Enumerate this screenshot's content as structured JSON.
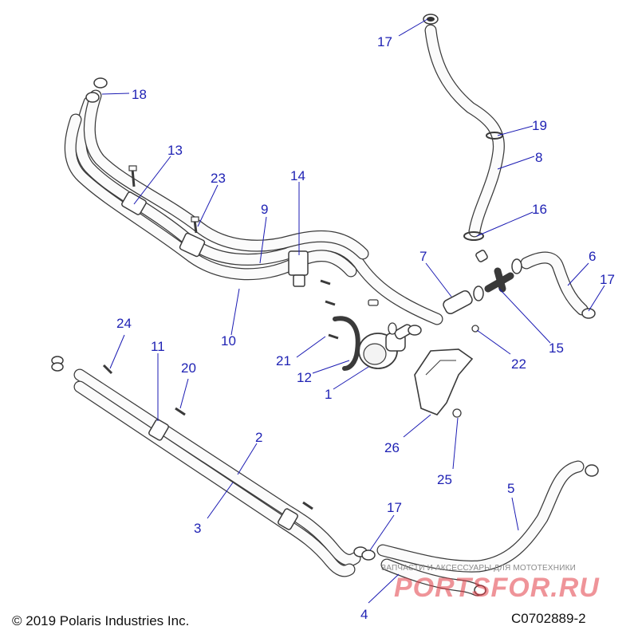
{
  "footer": {
    "copyright": "© 2019 Polaris Industries Inc.",
    "figure_code": "C0702889-2"
  },
  "watermark": {
    "caption": "ЗАПЧАСТИ И АКСЕССУАРЫ ДЛЯ МОТОТЕХНИКИ",
    "logo": "PORTSFOR.RU"
  },
  "callouts": {
    "c1": "1",
    "c2": "2",
    "c3": "3",
    "c4": "4",
    "c5": "5",
    "c6": "6",
    "c7": "7",
    "c8": "8",
    "c9": "9",
    "c10": "10",
    "c11": "11",
    "c12": "12",
    "c13": "13",
    "c14": "14",
    "c15": "15",
    "c16": "16",
    "c17a": "17",
    "c17b": "17",
    "c17c": "17",
    "c18": "18",
    "c19": "19",
    "c20": "20",
    "c21": "21",
    "c22": "22",
    "c23": "23",
    "c24": "24",
    "c25": "25",
    "c26": "26"
  },
  "colors": {
    "callout": "#1f22b4",
    "line_art": "#3a3a3a",
    "watermark": "#e23c46"
  }
}
